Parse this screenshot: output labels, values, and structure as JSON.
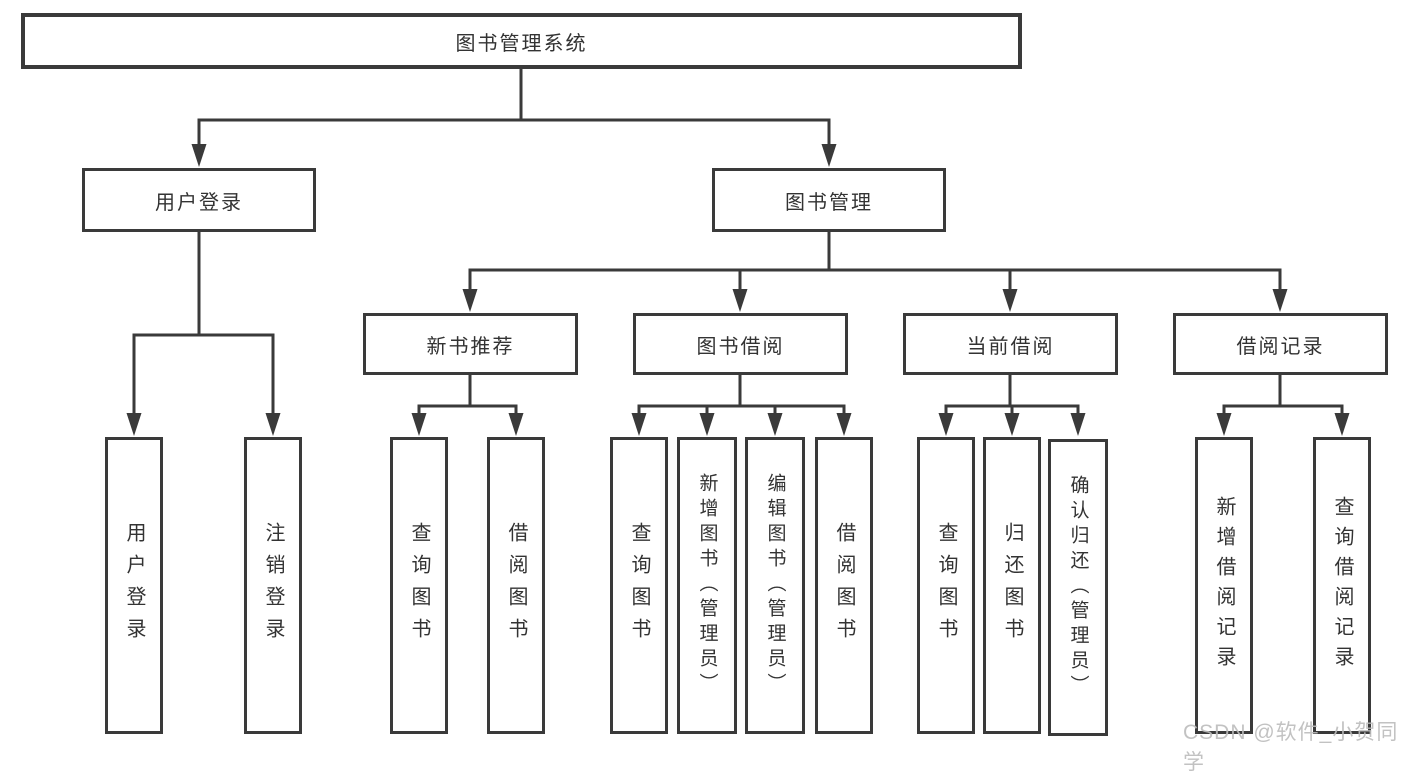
{
  "colors": {
    "line": "#3a3a3a",
    "text": "#333333",
    "background": "#ffffff",
    "watermark": "#bcbcbc"
  },
  "diagram_type": "tree-diagram",
  "tree": {
    "label": "图书管理系统",
    "children": [
      {
        "label": "用户登录",
        "children": [
          {
            "label": "用户登录"
          },
          {
            "label": "注销登录"
          }
        ]
      },
      {
        "label": "图书管理",
        "children": [
          {
            "label": "新书推荐",
            "children": [
              {
                "label": "查询图书"
              },
              {
                "label": "借阅图书"
              }
            ]
          },
          {
            "label": "图书借阅",
            "children": [
              {
                "label": "查询图书"
              },
              {
                "label": "新增图书（管理员）"
              },
              {
                "label": "编辑图书（管理员）"
              },
              {
                "label": "借阅图书"
              }
            ]
          },
          {
            "label": "当前借阅",
            "children": [
              {
                "label": "查询图书"
              },
              {
                "label": "归还图书"
              },
              {
                "label": "确认归还（管理员）"
              }
            ]
          },
          {
            "label": "借阅记录",
            "children": [
              {
                "label": "新增借阅记录"
              },
              {
                "label": "查询借阅记录"
              }
            ]
          }
        ]
      }
    ]
  },
  "watermark": {
    "text": "CSDN @软件_小贺同学"
  }
}
